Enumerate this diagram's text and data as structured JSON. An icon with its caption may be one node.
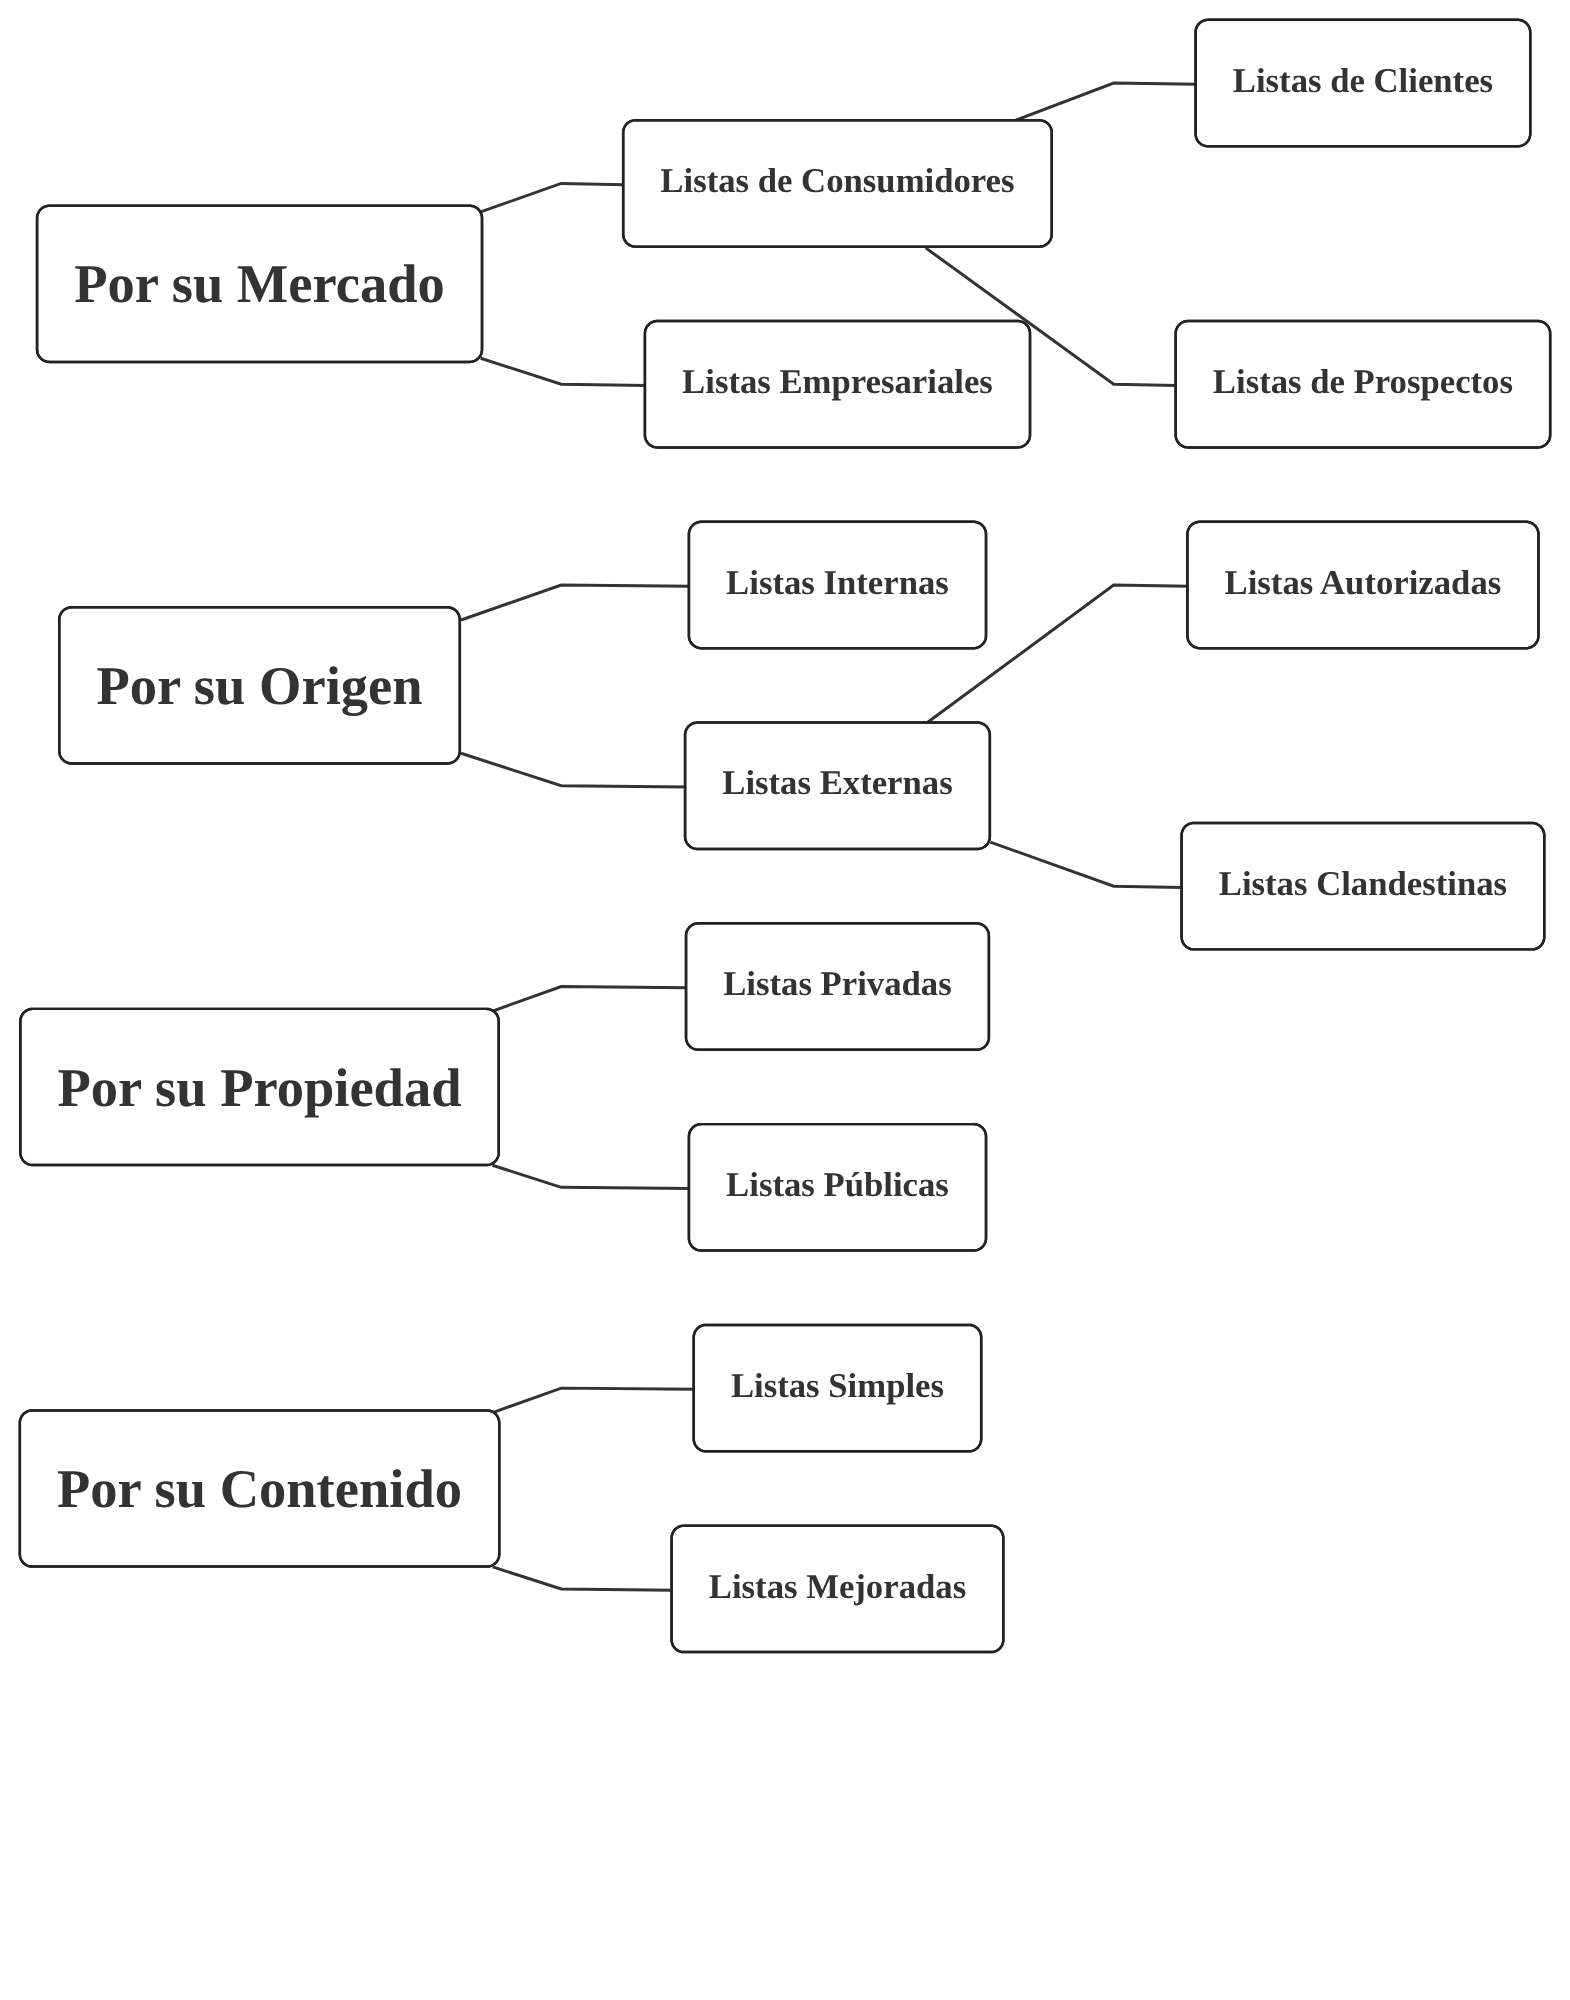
{
  "diagram": {
    "nodes": [
      {
        "text": [
          "Por su Mercado"
        ]
      },
      {
        "text": [
          "Listas de Consumidores"
        ]
      },
      {
        "text": [
          "Listas de Clientes"
        ]
      },
      {
        "text": [
          "Listas de Prospectos"
        ]
      },
      {
        "text": [
          "Listas Empresariales"
        ]
      },
      {
        "text": [
          "Por su Origen"
        ]
      },
      {
        "text": [
          "Listas Internas"
        ]
      },
      {
        "text": [
          "Listas Externas"
        ]
      },
      {
        "text": [
          "Listas Autorizadas"
        ]
      },
      {
        "text": [
          "Listas Clandestinas"
        ]
      },
      {
        "text": [
          "Por su Propiedad"
        ]
      },
      {
        "text": [
          "Listas Privadas"
        ]
      },
      {
        "text": [
          "Listas Públicas"
        ]
      },
      {
        "text": [
          "Por su Contenido"
        ]
      },
      {
        "text": [
          "Listas Simples"
        ]
      },
      {
        "text": [
          "Listas Mejoradas"
        ]
      }
    ],
    "edges": [
      {
        "from": 0,
        "to": 1,
        "arrow": "none"
      },
      {
        "from": 1,
        "to": 2,
        "arrow": "none"
      },
      {
        "from": 1,
        "to": 3,
        "arrow": "none"
      },
      {
        "from": 0,
        "to": 4,
        "arrow": "none"
      },
      {
        "from": 5,
        "to": 6,
        "arrow": "none"
      },
      {
        "from": 5,
        "to": 7,
        "arrow": "none"
      },
      {
        "from": 7,
        "to": 8,
        "arrow": "none"
      },
      {
        "from": 7,
        "to": 9,
        "arrow": "none"
      },
      {
        "from": 10,
        "to": 11,
        "arrow": "none"
      },
      {
        "from": 10,
        "to": 12,
        "arrow": "none"
      },
      {
        "from": 13,
        "to": 14,
        "arrow": "none"
      },
      {
        "from": 13,
        "to": 15,
        "arrow": "none"
      }
    ]
  }
}
